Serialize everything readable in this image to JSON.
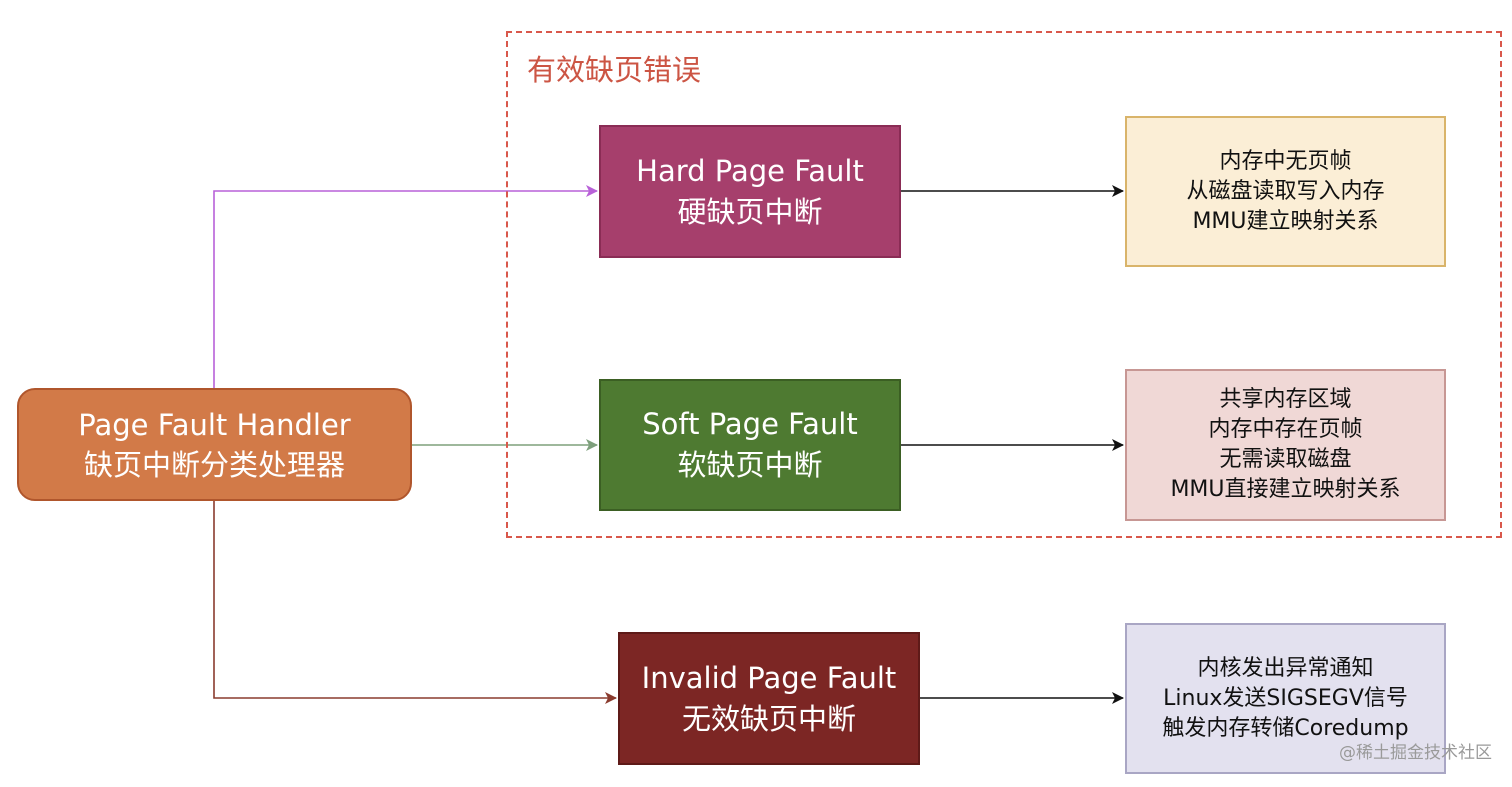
{
  "diagram": {
    "group": {
      "title": "有效缺页错误",
      "border_color": "#d9584b"
    },
    "handler": {
      "line1": "Page Fault Handler",
      "line2": "缺页中断分类处理器",
      "fill": "#d27a48"
    },
    "faults": [
      {
        "line1": "Hard Page Fault",
        "line2": "硬缺页中断",
        "fill": "#a63f6c",
        "edge_color": "#b861d8"
      },
      {
        "line1": "Soft Page Fault",
        "line2": "软缺页中断",
        "fill": "#4e7a31",
        "edge_color": "#7ea07c"
      },
      {
        "line1": "Invalid Page Fault",
        "line2": "无效缺页中断",
        "fill": "#7c2624",
        "edge_color": "#8a3b2e"
      }
    ],
    "notes": [
      {
        "lines": [
          "内存中无页帧",
          "从磁盘读取写入内存",
          "MMU建立映射关系"
        ],
        "fill": "#fbeed6"
      },
      {
        "lines": [
          "共享内存区域",
          "内存中存在页帧",
          "无需读取磁盘",
          "MMU直接建立映射关系"
        ],
        "fill": "#f0d8d6"
      },
      {
        "lines": [
          "内核发出异常通知",
          "Linux发送SIGSEGV信号",
          "触发内存转储Coredump"
        ],
        "fill": "#e3e1ef"
      }
    ],
    "watermark": "@稀土掘金技术社区"
  }
}
